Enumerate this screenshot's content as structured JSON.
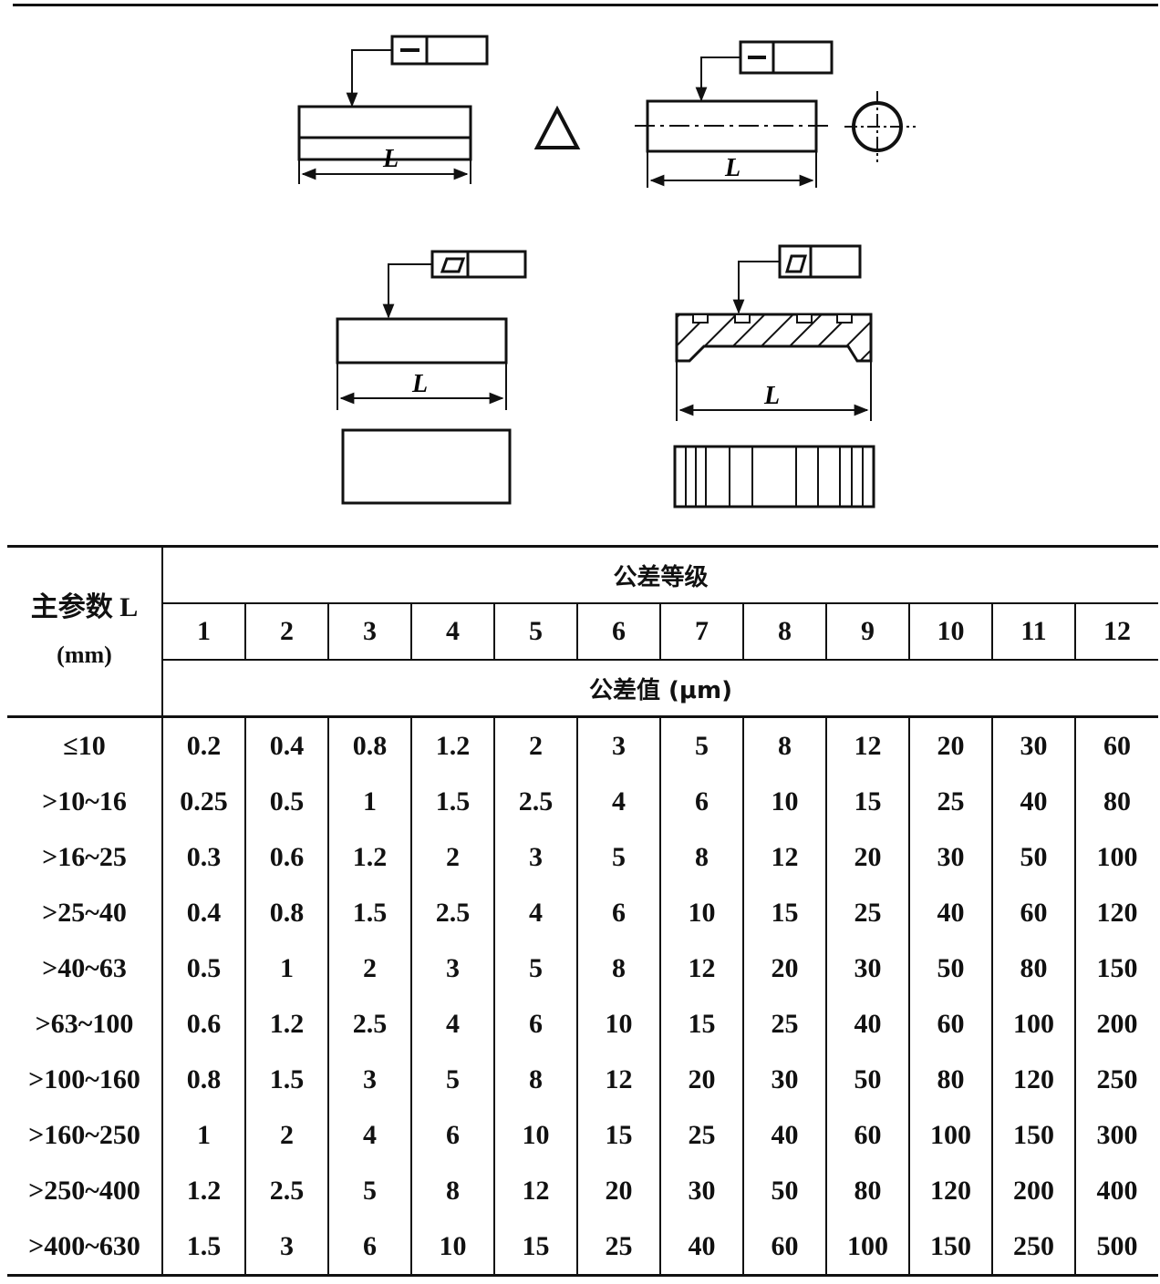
{
  "figure": {
    "length_label": "L",
    "symbols": [
      "flatness-symbol",
      "triangle-symbol",
      "circle-crosshair-symbol"
    ]
  },
  "table": {
    "param_header_line1": "主参数 L",
    "param_header_line2": "(mm)",
    "group_title": "公差等级",
    "unit_title": "公差值 (μm)",
    "grades": [
      "1",
      "2",
      "3",
      "4",
      "5",
      "6",
      "7",
      "8",
      "9",
      "10",
      "11",
      "12"
    ],
    "rows": [
      {
        "label": "≤10",
        "values": [
          "0.2",
          "0.4",
          "0.8",
          "1.2",
          "2",
          "3",
          "5",
          "8",
          "12",
          "20",
          "30",
          "60"
        ]
      },
      {
        "label": ">10~16",
        "values": [
          "0.25",
          "0.5",
          "1",
          "1.5",
          "2.5",
          "4",
          "6",
          "10",
          "15",
          "25",
          "40",
          "80"
        ]
      },
      {
        "label": ">16~25",
        "values": [
          "0.3",
          "0.6",
          "1.2",
          "2",
          "3",
          "5",
          "8",
          "12",
          "20",
          "30",
          "50",
          "100"
        ]
      },
      {
        "label": ">25~40",
        "values": [
          "0.4",
          "0.8",
          "1.5",
          "2.5",
          "4",
          "6",
          "10",
          "15",
          "25",
          "40",
          "60",
          "120"
        ]
      },
      {
        "label": ">40~63",
        "values": [
          "0.5",
          "1",
          "2",
          "3",
          "5",
          "8",
          "12",
          "20",
          "30",
          "50",
          "80",
          "150"
        ]
      },
      {
        "label": ">63~100",
        "values": [
          "0.6",
          "1.2",
          "2.5",
          "4",
          "6",
          "10",
          "15",
          "25",
          "40",
          "60",
          "100",
          "200"
        ]
      },
      {
        "label": ">100~160",
        "values": [
          "0.8",
          "1.5",
          "3",
          "5",
          "8",
          "12",
          "20",
          "30",
          "50",
          "80",
          "120",
          "250"
        ]
      },
      {
        "label": ">160~250",
        "values": [
          "1",
          "2",
          "4",
          "6",
          "10",
          "15",
          "25",
          "40",
          "60",
          "100",
          "150",
          "300"
        ]
      },
      {
        "label": ">250~400",
        "values": [
          "1.2",
          "2.5",
          "5",
          "8",
          "12",
          "20",
          "30",
          "50",
          "80",
          "120",
          "200",
          "400"
        ]
      },
      {
        "label": ">400~630",
        "values": [
          "1.5",
          "3",
          "6",
          "10",
          "15",
          "25",
          "40",
          "60",
          "100",
          "150",
          "250",
          "500"
        ]
      }
    ]
  }
}
